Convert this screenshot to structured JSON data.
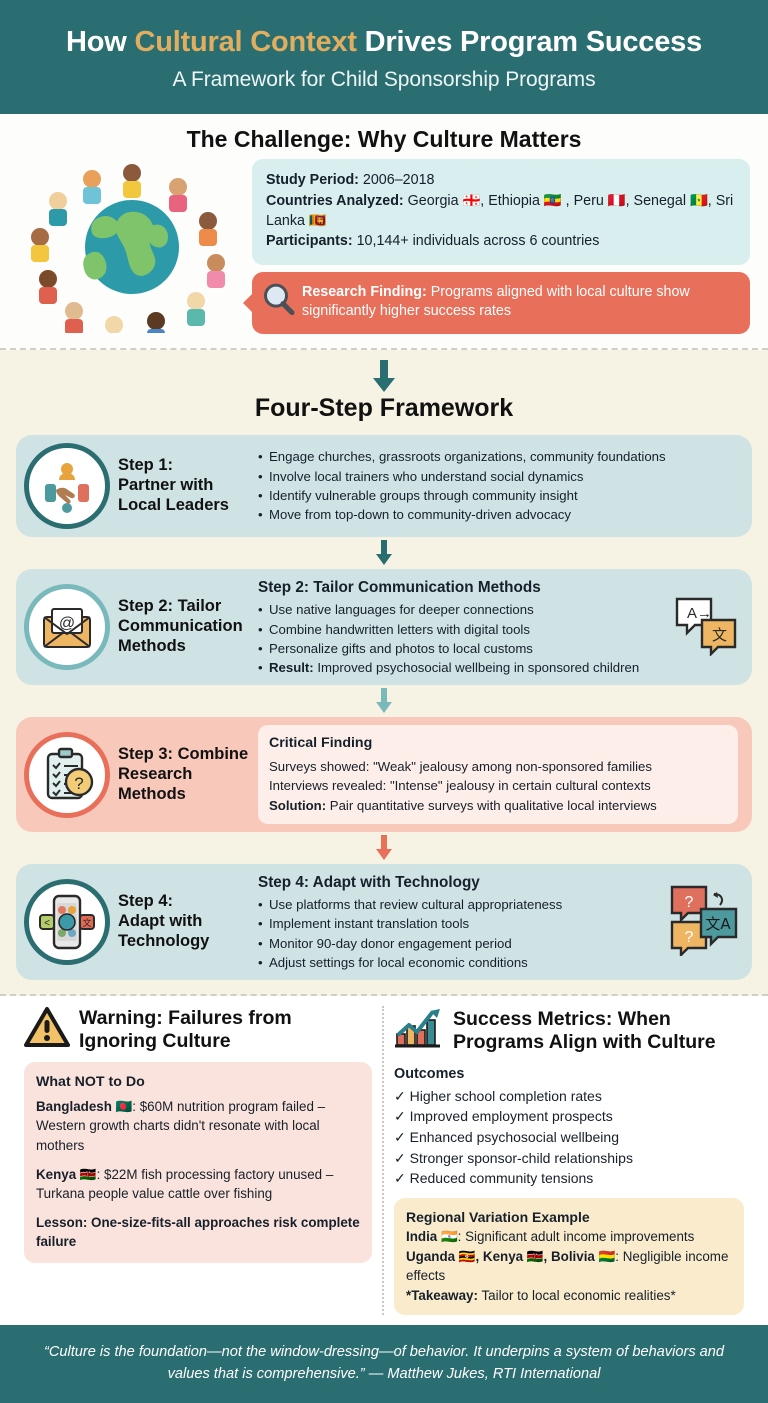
{
  "header": {
    "title_pre": "How ",
    "title_accent": "Cultural Context",
    "title_post": " Drives Program Success",
    "subtitle": "A Framework for Child Sponsorship Programs",
    "accent_color": "#e0ae5e",
    "bg_color": "#2b6e72"
  },
  "challenge": {
    "section_title": "The Challenge: Why Culture Matters",
    "illustration": "children-around-globe",
    "study": {
      "period_label": "Study Period:",
      "period_value": " 2006–2018",
      "countries_label": "Countries Analyzed:",
      "countries_value": " Georgia 🇬🇪, Ethiopia 🇪🇹 , Peru 🇵🇪, Senegal 🇸🇳, Sri Lanka 🇱🇰",
      "participants_label": "Participants:",
      "participants_value": " 10,144+ individuals across 6 countries"
    },
    "finding": {
      "label": "Research Finding:",
      "text": " Programs aligned with local culture show significantly higher success rates",
      "icon": "magnifier-icon",
      "bg_color": "#e8705a"
    }
  },
  "framework": {
    "title": "Four-Step Framework",
    "bg_color": "#f7f3e4",
    "steps": [
      {
        "icon": "handshake-icon",
        "label": "Step 1:\nPartner with\nLocal Leaders",
        "label_lines": [
          "Step 1:",
          "Partner with",
          "Local Leaders"
        ],
        "heading": "",
        "bullets": [
          "Engage churches, grassroots organizations, community foundations",
          "Involve local trainers who understand social dynamics",
          "Identify vulnerable groups through community insight",
          "Move from top-down to community-driven advocacy"
        ],
        "card_color": "#cfe2e4"
      },
      {
        "icon": "envelope-at-icon",
        "label_lines": [
          "Step 2: Tailor",
          "Communication",
          "Methods"
        ],
        "heading": "Step 2: Tailor Communication Methods",
        "bullets": [
          "Use native languages for deeper connections",
          "Combine handwritten letters with digital tools",
          "Personalize gifts and photos to local customs"
        ],
        "result_label": "Result:",
        "result_text": " Improved psychosocial wellbeing in sponsored children",
        "side_icon": "translate-bubbles-icon",
        "card_color": "#cfe2e4"
      },
      {
        "icon": "clipboard-question-icon",
        "label_lines": [
          "Step 3: Combine",
          "Research",
          "Methods"
        ],
        "inner_heading": "Critical Finding",
        "inner_lines": [
          "Surveys showed: \"Weak\" jealousy among non-sponsored families",
          "Interviews revealed: \"Intense\" jealousy in certain cultural contexts"
        ],
        "solution_label": "Solution:",
        "solution_text": " Pair quantitative surveys with qualitative local interviews",
        "card_color": "#f8c9bb"
      },
      {
        "icon": "smartphone-apps-icon",
        "label_lines": [
          "Step 4:",
          "Adapt with",
          "Technology"
        ],
        "heading": "Step 4: Adapt with Technology",
        "bullets": [
          "Use platforms that review cultural appropriateness",
          "Implement instant translation tools",
          "Monitor 90-day donor engagement period",
          "Adjust settings for local economic conditions"
        ],
        "side_icon": "question-translate-bubbles-icon",
        "card_color": "#cfe2e4"
      }
    ]
  },
  "warning": {
    "icon": "warning-triangle-icon",
    "title": "Warning: Failures from Ignoring Culture",
    "box_heading": "What NOT to Do",
    "items": [
      {
        "country_label": "Bangladesh 🇧🇩",
        "text": ": $60M nutrition program failed – Western growth charts didn't resonate with local mothers"
      },
      {
        "country_label": "Kenya 🇰🇪",
        "text": ": $22M fish processing factory unused – Turkana people value cattle over fishing"
      }
    ],
    "lesson": "Lesson: One-size-fits-all approaches risk complete failure",
    "box_color": "#fbe3dd"
  },
  "success": {
    "icon": "growth-chart-icon",
    "title": "Success Metrics: When Programs Align with Culture",
    "outcomes_heading": "Outcomes",
    "outcomes": [
      "✓ Higher school completion rates",
      "✓ Improved employment prospects",
      "✓ Enhanced psychosocial wellbeing",
      "✓ Stronger sponsor-child relationships",
      "✓ Reduced community tensions"
    ],
    "region_heading": "Regional Variation Example",
    "region_line1_label": "India 🇮🇳",
    "region_line1_text": ": Significant adult income improvements",
    "region_line2_label": "Uganda 🇺🇬, Kenya 🇰🇪, Bolivia 🇧🇴",
    "region_line2_text": ": Negligible income effects",
    "takeaway_label": "*Takeaway:",
    "takeaway_text": " Tailor to local economic realities*",
    "box_color": "#faebcd"
  },
  "footer": {
    "quote": "“Culture is the foundation—not the window-dressing—of behavior. It underpins a system of behaviors and values that is comprehensive.” — Matthew Jukes, RTI International"
  }
}
